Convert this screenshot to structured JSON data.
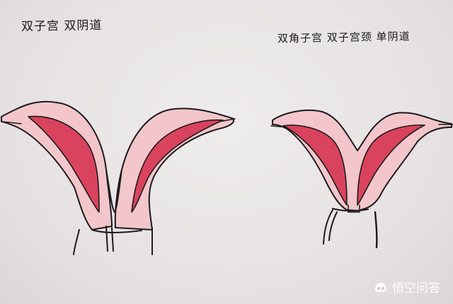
{
  "figures": [
    {
      "id": "left",
      "label": "双子宫 双阴道",
      "meaning": "double uterus, double vagina"
    },
    {
      "id": "right",
      "label": "双角子宫 双子宫颈 单阴道",
      "meaning": "bicornuate uterus, double cervix, single vagina"
    }
  ],
  "watermark": {
    "icon": "wukong-logo-icon",
    "text": "悟空问答"
  },
  "colors": {
    "paper": "#e9e5e6",
    "outline": "#1c1a1a",
    "tissue_light": "#f2c3c8",
    "cavity_red": "#d9435e"
  }
}
